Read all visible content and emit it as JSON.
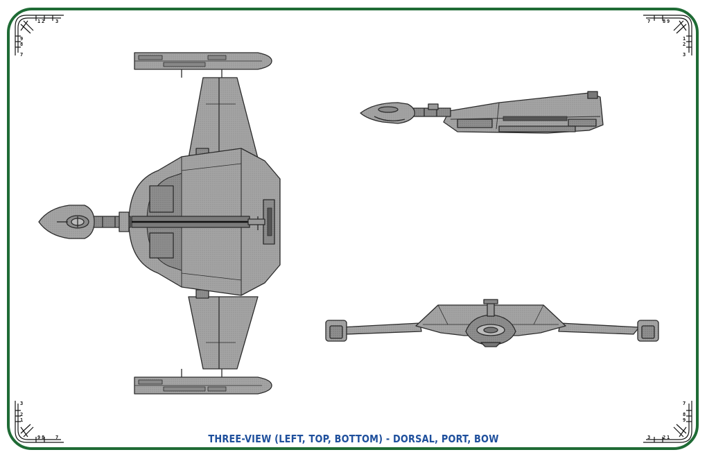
{
  "caption": "THREE-VIEW (LEFT, TOP, BOTTOM) - DORSAL, PORT, BOW",
  "corner_digits": {
    "top_left_row": [
      "1",
      "2",
      "3"
    ],
    "top_left_col": [
      "9",
      "8",
      "7"
    ],
    "top_right_row": [
      "7",
      "8",
      "9"
    ],
    "top_right_col": [
      "1",
      "2",
      "3"
    ],
    "bottom_left_col": [
      "3",
      "2",
      "1"
    ],
    "bottom_left_row": [
      "9",
      "8",
      "7"
    ],
    "bottom_right_col": [
      "7",
      "8",
      "9"
    ],
    "bottom_right_row": [
      "3",
      "2",
      "1"
    ]
  },
  "colors": {
    "border": "#1f6b35",
    "caption": "#1e4f9c",
    "hull_fill": "#a9a9a9",
    "outline": "#2a2a2a",
    "shadow": "#5c5c5c"
  },
  "views": [
    "dorsal",
    "port",
    "bow"
  ]
}
